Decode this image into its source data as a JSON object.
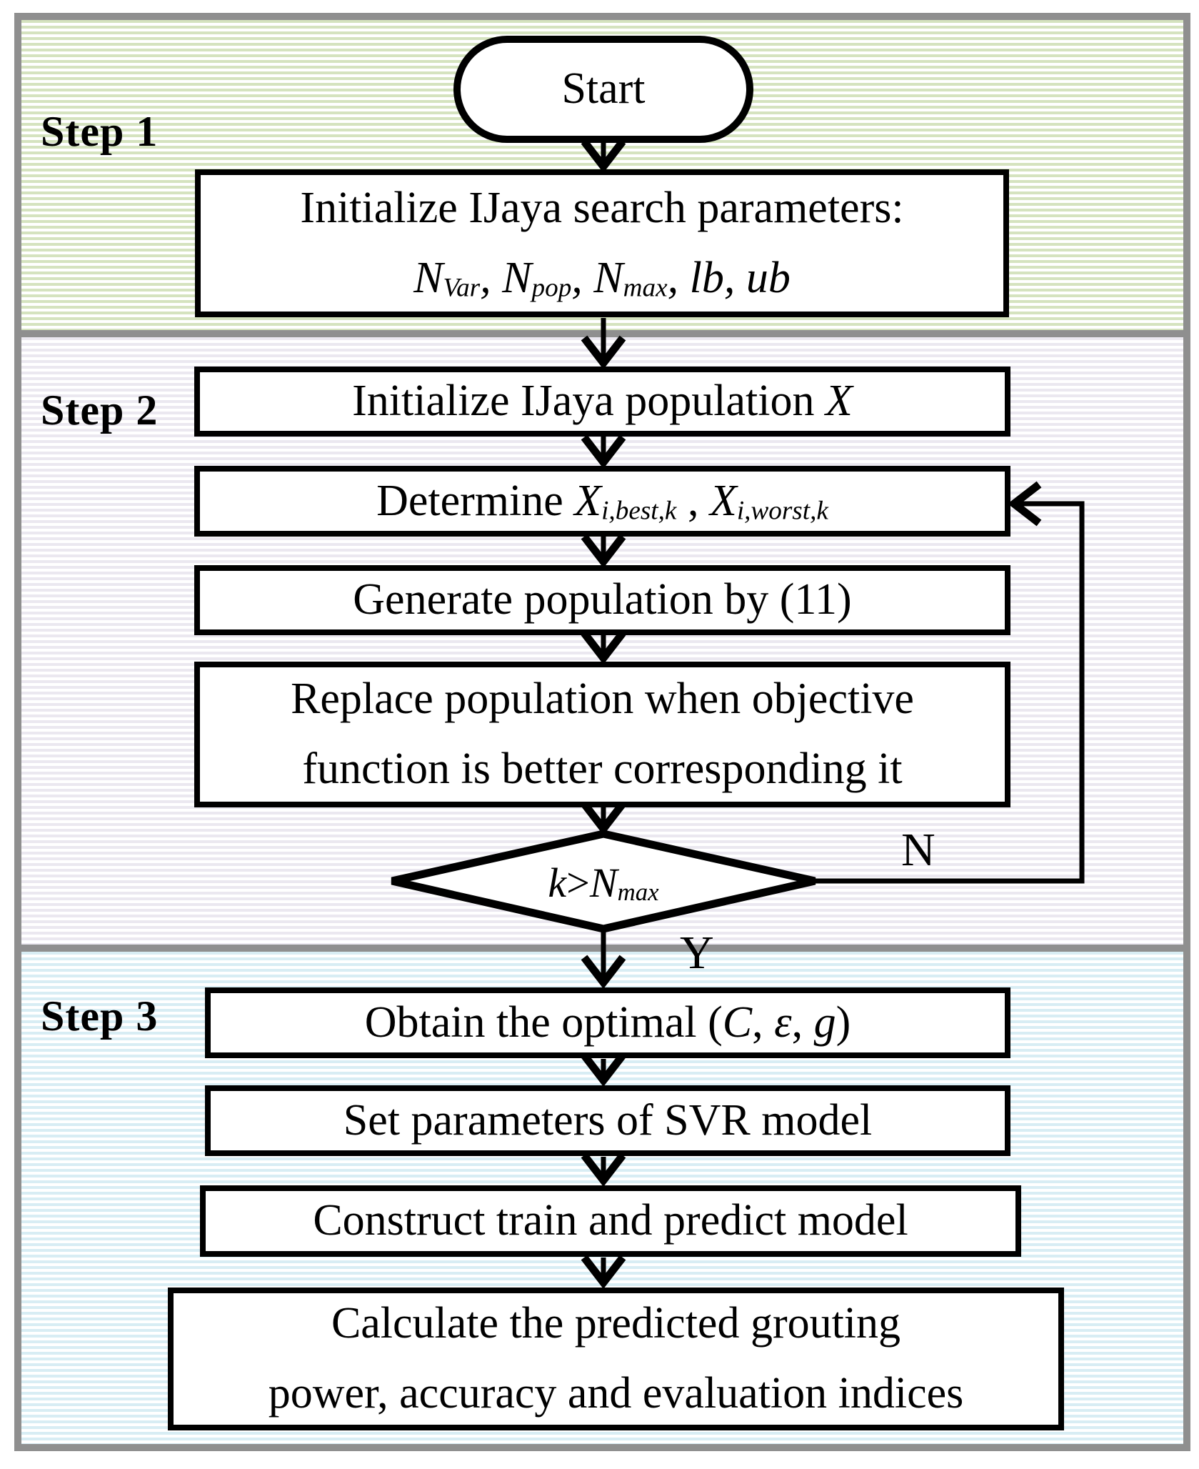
{
  "figure": {
    "type": "flowchart",
    "description": "IJaya-SVR algorithm flowchart with three step panels"
  },
  "colors": {
    "panel_border": "#8f8f8f",
    "step1_stripe": "#d5e3bf",
    "step2_stripe": "#ebe8f0",
    "step3_stripe": "#d8edf4",
    "line": "#000000",
    "node_fill": "#ffffff"
  },
  "panels": [
    {
      "label": "Step 1"
    },
    {
      "label": "Step 2"
    },
    {
      "label": "Step 3"
    }
  ],
  "edges": {
    "no_label": "N",
    "yes_label": "Y"
  },
  "nodes": {
    "start": {
      "shape": "terminator",
      "lines": [
        [
          {
            "t": "Start"
          }
        ]
      ]
    },
    "init_params": {
      "shape": "process",
      "lines": [
        [
          {
            "t": "Initialize IJaya search parameters:"
          }
        ],
        [
          {
            "t": "N",
            "i": 1
          },
          {
            "t": "Var",
            "i": 1,
            "s": 1
          },
          {
            "t": ", ",
            "i": 1
          },
          {
            "t": "N",
            "i": 1
          },
          {
            "t": "pop",
            "i": 1,
            "s": 1
          },
          {
            "t": ", ",
            "i": 1
          },
          {
            "t": "N",
            "i": 1
          },
          {
            "t": "max",
            "i": 1,
            "s": 1
          },
          {
            "t": ", ",
            "i": 1
          },
          {
            "t": "lb",
            "i": 1
          },
          {
            "t": ", ",
            "i": 1
          },
          {
            "t": "ub",
            "i": 1
          }
        ]
      ]
    },
    "init_population": {
      "shape": "process",
      "lines": [
        [
          {
            "t": "Initialize IJaya population "
          },
          {
            "t": "X",
            "i": 1
          }
        ]
      ]
    },
    "determine": {
      "shape": "process",
      "lines": [
        [
          {
            "t": "Determine "
          },
          {
            "t": "X",
            "i": 1
          },
          {
            "t": "i,best,k",
            "i": 1,
            "s": 1
          },
          {
            "t": " , "
          },
          {
            "t": "X",
            "i": 1
          },
          {
            "t": "i,worst,k",
            "i": 1,
            "s": 1
          }
        ]
      ]
    },
    "generate": {
      "shape": "process",
      "lines": [
        [
          {
            "t": "Generate population by (11)"
          }
        ]
      ]
    },
    "replace": {
      "shape": "process",
      "lines": [
        [
          {
            "t": "Replace population when objective"
          }
        ],
        [
          {
            "t": "function is better corresponding it"
          }
        ]
      ]
    },
    "decision": {
      "shape": "decision",
      "lines": [
        [
          {
            "t": "k",
            "i": 1
          },
          {
            "t": ">"
          },
          {
            "t": "N",
            "i": 1
          },
          {
            "t": "max",
            "i": 1,
            "s": 1
          }
        ]
      ]
    },
    "obtain": {
      "shape": "process",
      "lines": [
        [
          {
            "t": "Obtain the optimal ("
          },
          {
            "t": "C",
            "i": 1
          },
          {
            "t": ", "
          },
          {
            "t": "ε",
            "i": 1
          },
          {
            "t": ", "
          },
          {
            "t": "g",
            "i": 1
          },
          {
            "t": ")"
          }
        ]
      ]
    },
    "set_svr": {
      "shape": "process",
      "lines": [
        [
          {
            "t": "Set parameters of SVR model"
          }
        ]
      ]
    },
    "construct": {
      "shape": "process",
      "lines": [
        [
          {
            "t": "Construct train and predict model"
          }
        ]
      ]
    },
    "calculate": {
      "shape": "process",
      "lines": [
        [
          {
            "t": "Calculate the predicted grouting"
          }
        ],
        [
          {
            "t": "power, accuracy and evaluation indices"
          }
        ]
      ]
    }
  }
}
